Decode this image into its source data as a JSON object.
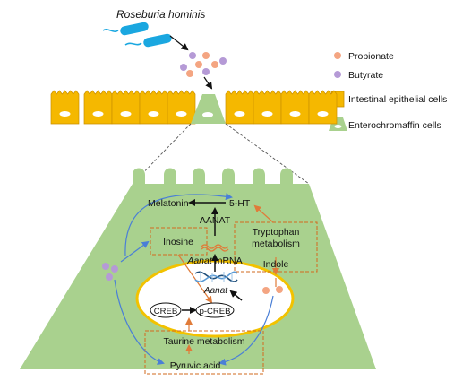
{
  "bacterium": {
    "name": "Roseburia hominis"
  },
  "legend": {
    "propionate": "Propionate",
    "butyrate": "Butyrate",
    "epithelial": "Intestinal epithelial cells",
    "enterochromaffin": "Enterochromaffin cells"
  },
  "pathway": {
    "melatonin": "Melatonin",
    "serotonin": "5-HT",
    "aanat_enzyme": "AANAT",
    "aanat_mrna_gene": "Aanat",
    "aanat_mrna_suffix": " mRNA",
    "aanat_gene": "Aanat",
    "inosine": "Inosine",
    "tryptophan_line1": "Tryptophan",
    "tryptophan_line2": "metabolism",
    "indole": "Indole",
    "creb": "CREB",
    "pcreb": "p-CREB",
    "taurine": "Taurine metabolism",
    "pyruvic": "Pyruvic acid"
  },
  "colors": {
    "epithelial_fill": "#f5b800",
    "epithelial_stroke": "#c98f00",
    "ec_fill": "#a9d18e",
    "ec_light": "#bcd9a5",
    "propionate": "#f4a582",
    "butyrate": "#b59ad6",
    "bacteria": "#1aa7e0",
    "arrow_blue": "#4a7fd6",
    "arrow_orange": "#e07b39",
    "nucleus_stroke": "#f2c200",
    "dashed_box": "#d2691e"
  }
}
